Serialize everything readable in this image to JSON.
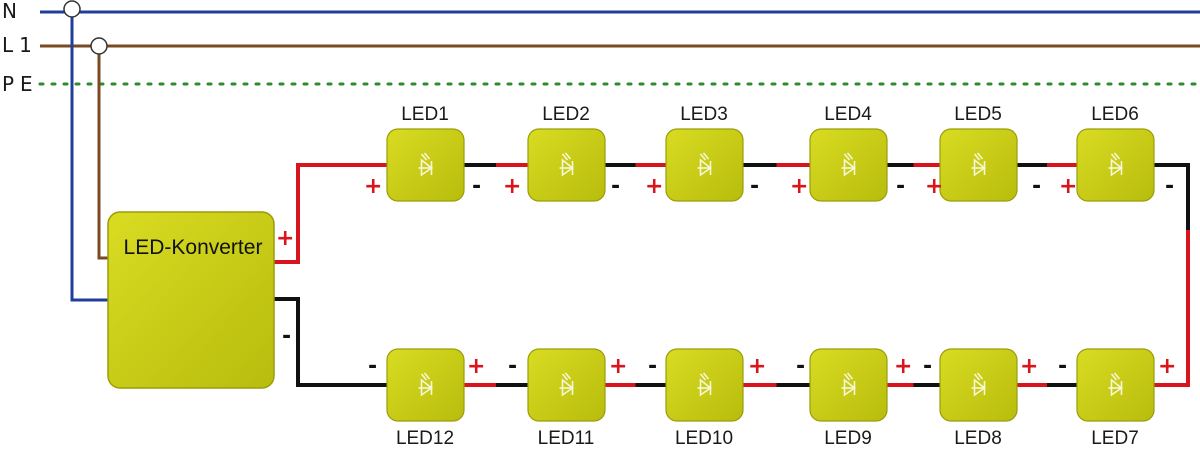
{
  "buses": [
    {
      "label": "N",
      "color": "#1f3f9a"
    },
    {
      "label": "L1",
      "color": "#7a4a22"
    },
    {
      "label": "PE",
      "color": "#2e8b2e"
    }
  ],
  "converter": {
    "label": "LED-Konverter",
    "plus": "+",
    "minus": "-"
  },
  "leds_top": [
    "LED1",
    "LED2",
    "LED3",
    "LED4",
    "LED5",
    "LED6"
  ],
  "leds_bottom": [
    "LED12",
    "LED11",
    "LED10",
    "LED9",
    "LED8",
    "LED7"
  ],
  "polarity": {
    "plus": "+",
    "minus": "-"
  },
  "colors": {
    "wire_pos": "#d8141d",
    "wire_neg": "#111111",
    "led_fill": "#c8cc10",
    "led_edge": "#9a9e08"
  },
  "icon": "led-diode-icon"
}
